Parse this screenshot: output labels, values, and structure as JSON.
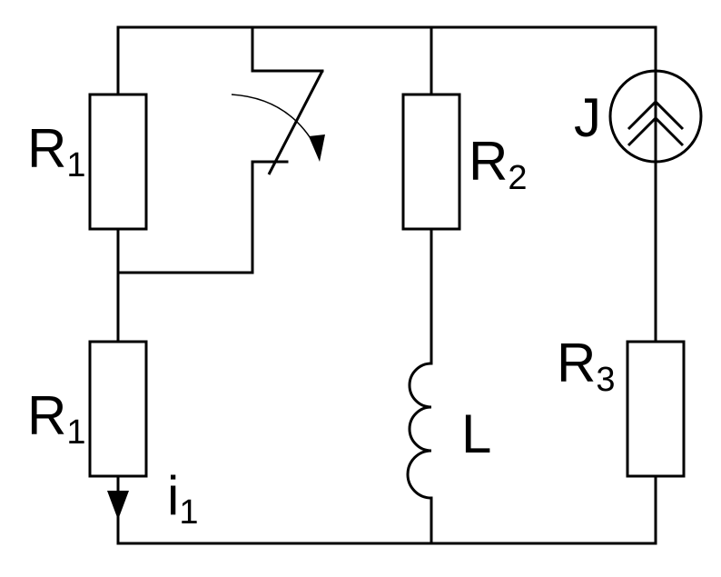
{
  "diagram": {
    "type": "electrical circuit schematic",
    "line_color": "#000000",
    "fill_color": "#ffffff",
    "components": {
      "r1_top": {
        "symbol": "R",
        "subscript": "1"
      },
      "r1_bottom": {
        "symbol": "R",
        "subscript": "1"
      },
      "r2": {
        "symbol": "R",
        "subscript": "2"
      },
      "r3": {
        "symbol": "R",
        "subscript": "3"
      },
      "inductor": {
        "symbol": "L"
      },
      "current_source": {
        "symbol": "J"
      },
      "current_i1": {
        "symbol": "i",
        "subscript": "1"
      }
    },
    "switch": {
      "state": "closing",
      "icon": "switch-with-arrow"
    }
  }
}
